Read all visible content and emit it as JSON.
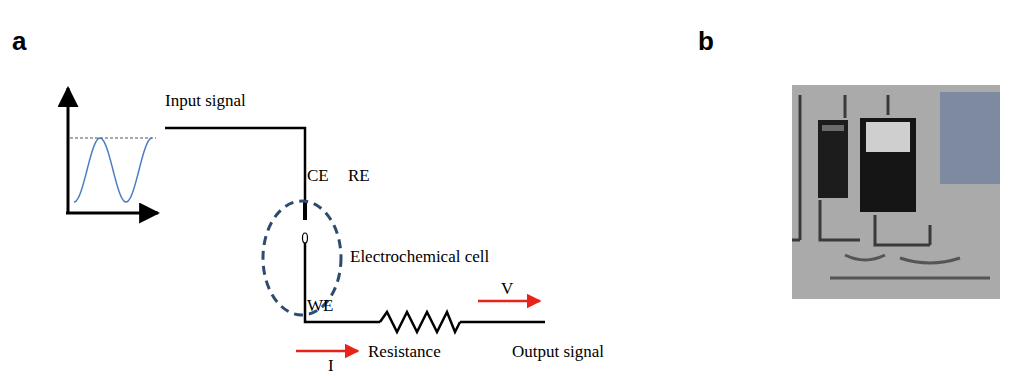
{
  "diagram": {
    "nodes": [
      {
        "text": [
          "Electrochemical cell"
        ]
      }
    ],
    "labels": [
      "a",
      "b",
      "Input signal",
      "CE",
      "RE",
      "WE",
      "V",
      "I",
      "Resistance",
      "Output signal"
    ]
  }
}
